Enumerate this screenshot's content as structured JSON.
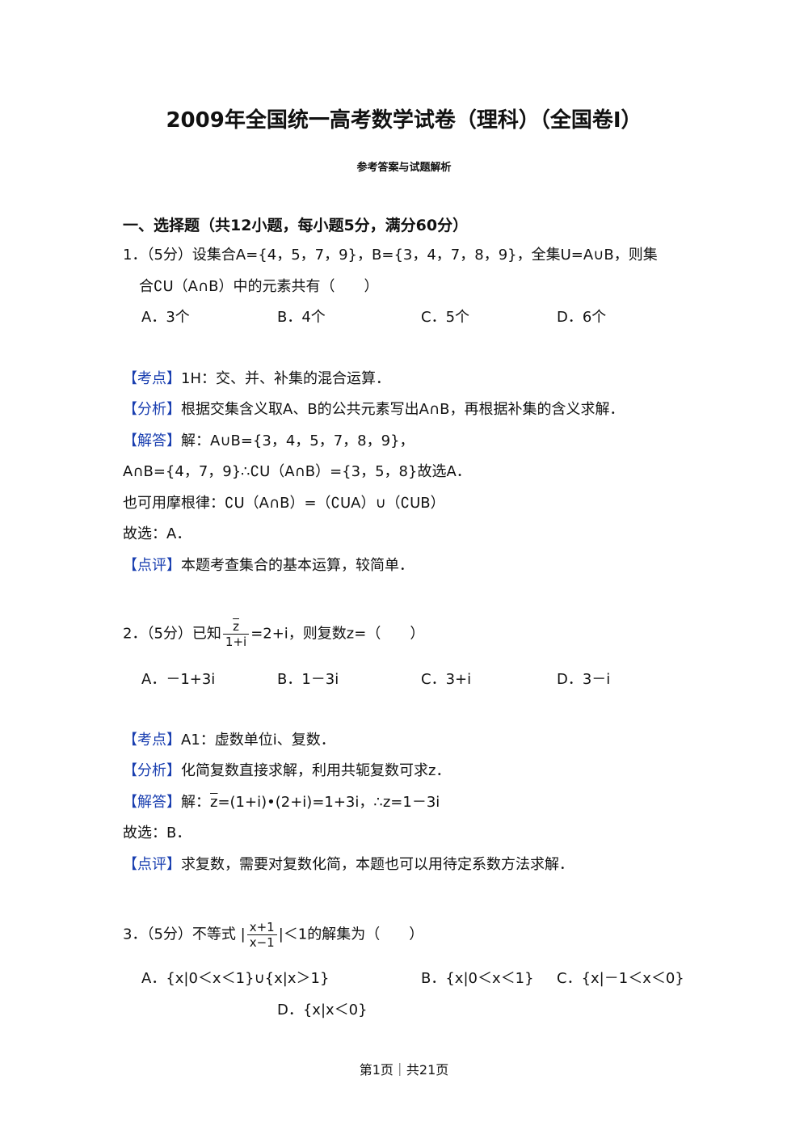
{
  "header": {
    "title": "2009年全国统一高考数学试卷（理科）（全国卷I）",
    "subtitle": "参考答案与试题解析"
  },
  "section_heading": "一、选择题（共12小题，每小题5分，满分60分）",
  "q1": {
    "stem_line1": "1．（5分）设集合A={4，5，7，9}，B={3，4，7，8，9}，全集U=A∪B，则集",
    "stem_line2": "合∁U（A∩B）中的元素共有（　　）",
    "options": [
      "A．3个",
      "B．4个",
      "C．5个",
      "D．6个"
    ],
    "kaodian_tag": "【考点】",
    "kaodian": "1H：交、并、补集的混合运算．",
    "fenxi_tag": "【分析】",
    "fenxi": "根据交集含义取A、B的公共元素写出A∩B，再根据补集的含义求解．",
    "jieda_tag": "【解答】",
    "jieda": "解：A∪B={3，4，5，7，8，9}，",
    "line2": "A∩B={4，7，9}∴∁U（A∩B）={3，5，8}故选A．",
    "line3": "也可用摩根律：∁U（A∩B）=（∁UA）∪（∁UB）",
    "line4": "故选：A．",
    "dianping_tag": "【点评】",
    "dianping": "本题考查集合的基本运算，较简单．"
  },
  "q2": {
    "stem_prefix": "2．（5分）已知",
    "frac_num": "z",
    "frac_den": "1+i",
    "stem_suffix": "=2+i，则复数z=（　　）",
    "options": [
      "A．－1+3i",
      "B．1－3i",
      "C．3+i",
      "D．3－i"
    ],
    "kaodian_tag": "【考点】",
    "kaodian": "A1：虚数单位i、复数．",
    "fenxi_tag": "【分析】",
    "fenxi": "化简复数直接求解，利用共轭复数可求z．",
    "jieda_tag": "【解答】",
    "jieda_prefix": "解：",
    "jieda_z": "z",
    "jieda_rest": "=(1+i)•(2+i)=1+3i，∴z=1－3i",
    "line2": "故选：B．",
    "dianping_tag": "【点评】",
    "dianping": "求复数，需要对复数化简，本题也可以用待定系数方法求解．"
  },
  "q3": {
    "stem_prefix": "3．（5分）不等式 |",
    "frac_num": "x+1",
    "frac_den": "x−1",
    "stem_suffix": "|＜1的解集为（　　）",
    "option_a": "A．{x|0＜x＜1}∪{x|x＞1}",
    "option_b": "B．{x|0＜x＜1}",
    "option_c": "C．{x|－1＜x＜0}",
    "option_d": "D．{x|x＜0}"
  },
  "footer": {
    "page": "第1页｜共21页"
  }
}
